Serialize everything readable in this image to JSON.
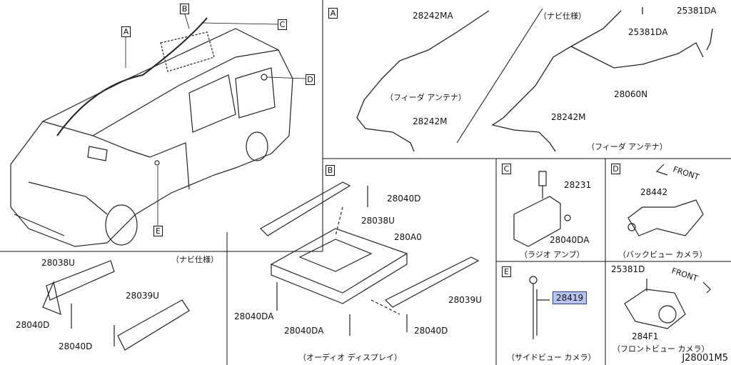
{
  "callouts": {
    "a": "A",
    "b": "B",
    "c": "C",
    "d": "D",
    "e": "E"
  },
  "panel_a": {
    "tag": "A",
    "p1": "28242MA",
    "p2": "28242M",
    "cap1": "（フィーダ アンテナ）",
    "navi": "（ナビ仕様）",
    "p3": "25381DA",
    "p4": "25381DA",
    "p5": "28060N",
    "p6": "28242M",
    "cap2": "（フィーダ アンテナ）"
  },
  "panel_left": {
    "navi": "（ナビ仕様）",
    "p1": "28038U",
    "p2": "28039U",
    "p3": "28040D",
    "p4": "28040D"
  },
  "panel_b": {
    "tag": "B",
    "p1": "28040D",
    "p2": "28038U",
    "p3": "280A0",
    "p4": "28039U",
    "p5": "28040DA",
    "p6": "28040DA",
    "p7": "28040D",
    "cap": "（オーディオ ディスプレイ）"
  },
  "panel_c": {
    "tag": "C",
    "p1": "28231",
    "p2": "28040DA",
    "cap": "（ラジオ アンプ）"
  },
  "panel_d": {
    "tag": "D",
    "front": "FRONT",
    "p1": "28442",
    "cap": "（バックビュー カメラ）"
  },
  "panel_e": {
    "tag": "E",
    "p1": "28419",
    "cap": "（サイドビュー カメラ）"
  },
  "panel_f": {
    "front": "FRONT",
    "p1": "25381D",
    "p2": "284F1",
    "cap": "（フロントビュー カメラ）"
  },
  "diagram_code": "J28001M5"
}
